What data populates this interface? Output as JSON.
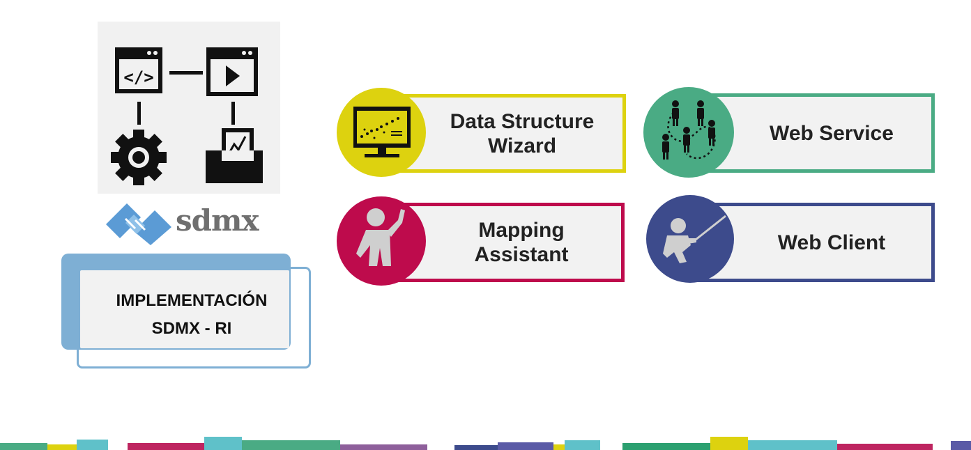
{
  "implementation": {
    "line1": "IMPLEMENTACIÓN",
    "line2": "SDMX - RI"
  },
  "logo": {
    "text": "sdmx",
    "color": "#6f6f6f",
    "mark_color": "#5b9bd5"
  },
  "components": [
    {
      "id": "data-structure-wizard",
      "line1": "Data Structure",
      "line2": "Wizard",
      "color": "#ddd20f",
      "icon": "monitor-chart-icon"
    },
    {
      "id": "web-service",
      "line1": "Web Service",
      "line2": "",
      "color": "#4aab84",
      "icon": "people-network-icon"
    },
    {
      "id": "mapping-assistant",
      "line1": "Mapping",
      "line2": "Assistant",
      "color": "#be0b4c",
      "icon": "person-pointing-icon"
    },
    {
      "id": "web-client",
      "line1": "Web Client",
      "line2": "",
      "color": "#3d4b8c",
      "icon": "presenter-icon"
    }
  ],
  "colors": {
    "panel_bg": "#f1f1f1",
    "card_bg": "#f2f2f2",
    "impl_accent": "#7eafd4"
  }
}
